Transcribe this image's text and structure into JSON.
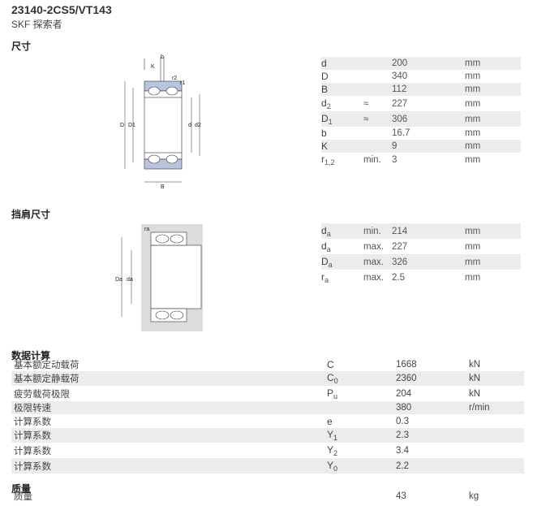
{
  "header": {
    "title": "23140-2CS5/VT143",
    "subtitle": "SKF 探索者"
  },
  "sections": {
    "dimensions": "尺寸",
    "abutment": "挡肩尺寸",
    "calculation": "数据计算",
    "mass": "质量"
  },
  "dimensions_table": [
    {
      "sym": "d",
      "sub": "",
      "qual": "",
      "value": "200",
      "unit": "mm"
    },
    {
      "sym": "D",
      "sub": "",
      "qual": "",
      "value": "340",
      "unit": "mm"
    },
    {
      "sym": "B",
      "sub": "",
      "qual": "",
      "value": "112",
      "unit": "mm"
    },
    {
      "sym": "d",
      "sub": "2",
      "qual": "≈",
      "value": "227",
      "unit": "mm"
    },
    {
      "sym": "D",
      "sub": "1",
      "qual": "≈",
      "value": "306",
      "unit": "mm"
    },
    {
      "sym": "b",
      "sub": "",
      "qual": "",
      "value": "16.7",
      "unit": "mm"
    },
    {
      "sym": "K",
      "sub": "",
      "qual": "",
      "value": "9",
      "unit": "mm"
    },
    {
      "sym": "r",
      "sub": "1,2",
      "qual": "min.",
      "value": "3",
      "unit": "mm"
    }
  ],
  "abutment_table": [
    {
      "sym": "d",
      "sub": "a",
      "qual": "min.",
      "value": "214",
      "unit": "mm"
    },
    {
      "sym": "d",
      "sub": "a",
      "qual": "max.",
      "value": "227",
      "unit": "mm"
    },
    {
      "sym": "D",
      "sub": "a",
      "qual": "max.",
      "value": "326",
      "unit": "mm"
    },
    {
      "sym": "r",
      "sub": "a",
      "qual": "max.",
      "value": "2.5",
      "unit": "mm"
    }
  ],
  "calc_table": [
    {
      "label": "基本额定动载荷",
      "sym": "C",
      "sub": "",
      "value": "1668",
      "unit": "kN"
    },
    {
      "label": "基本额定静载荷",
      "sym": "C",
      "sub": "0",
      "value": "2360",
      "unit": "kN"
    },
    {
      "label": "疲劳载荷极限",
      "sym": "P",
      "sub": "u",
      "value": "204",
      "unit": "kN"
    },
    {
      "label": "极限转速",
      "sym": "",
      "sub": "",
      "value": "380",
      "unit": "r/min"
    },
    {
      "label": "计算系数",
      "sym": "e",
      "sub": "",
      "value": "0.3",
      "unit": ""
    },
    {
      "label": "计算系数",
      "sym": "Y",
      "sub": "1",
      "value": "2.3",
      "unit": ""
    },
    {
      "label": "计算系数",
      "sym": "Y",
      "sub": "2",
      "value": "3.4",
      "unit": ""
    },
    {
      "label": "计算系数",
      "sym": "Y",
      "sub": "0",
      "value": "2.2",
      "unit": ""
    }
  ],
  "mass_table": [
    {
      "label": "质量",
      "sym": "",
      "sub": "",
      "value": "43",
      "unit": "kg"
    }
  ],
  "drawing1_labels": {
    "b": "b",
    "K": "K",
    "r2": "r2",
    "r1": "r1",
    "D": "D",
    "D1": "D1",
    "d": "d",
    "d2": "d2",
    "B": "B"
  },
  "drawing2_labels": {
    "ra": "ra",
    "Da": "Da",
    "da": "da"
  },
  "colors": {
    "bearing_blue": "#b8c4e0",
    "housing_grey": "#dcdcdc",
    "row_shade": "#ececec"
  }
}
